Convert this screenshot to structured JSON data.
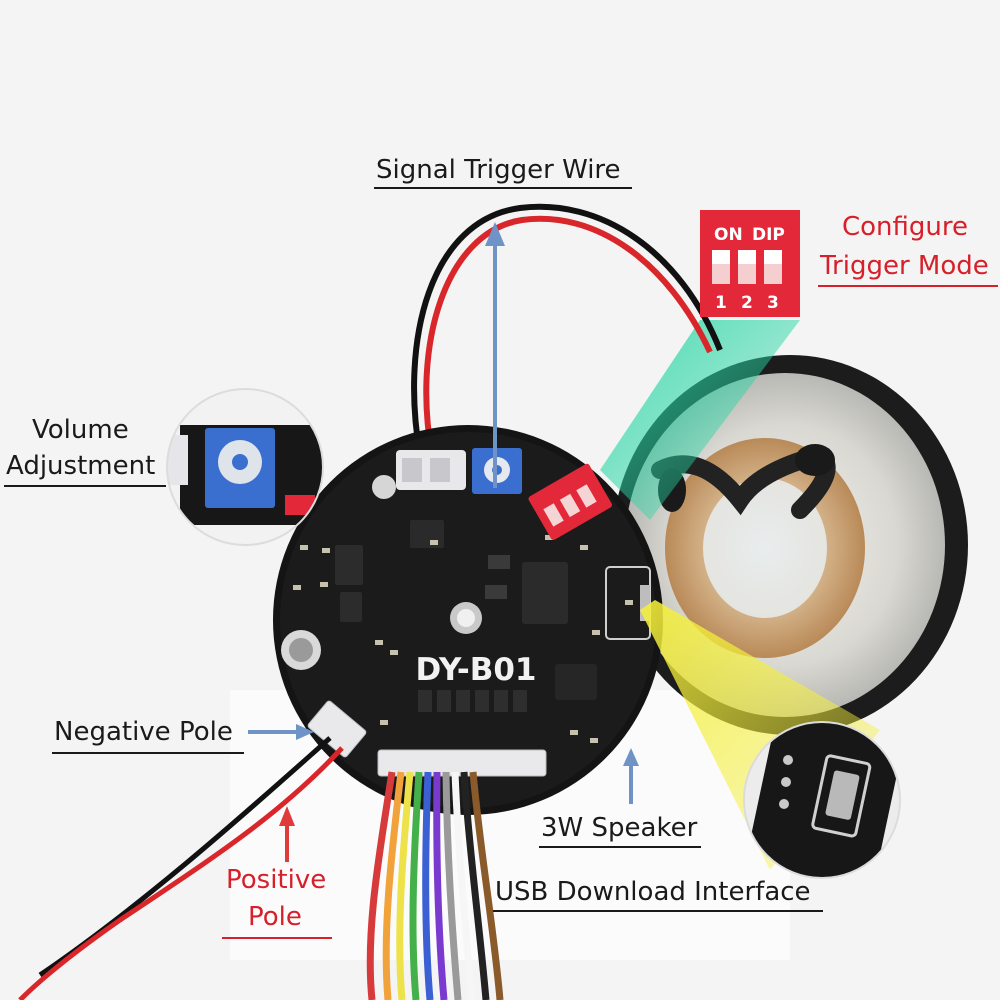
{
  "colors": {
    "label_text": "#1a1a1a",
    "label_red": "#d6202a",
    "arrow_blue": "#6f93c6",
    "arrow_red": "#e03a3a",
    "board_black": "#141414",
    "dip_red": "#e3283a",
    "pot_blue": "#3a6fd0",
    "callout_green": "#25d6a4",
    "callout_yellow": "#f4ef3a"
  },
  "labels": {
    "signal_trigger_wire": "Signal Trigger Wire",
    "configure_line1": "Configure",
    "configure_line2": "Trigger Mode",
    "volume_line1": "Volume",
    "volume_line2": "Adjustment",
    "negative_pole": "Negative Pole",
    "positive_line1": "Positive",
    "positive_line2": "Pole",
    "speaker": "3W Speaker",
    "usb_interface": "USB Download Interface"
  },
  "board": {
    "model": "DY-B01",
    "dip_on": "ON",
    "dip_dip": "DIP",
    "dip_1": "1",
    "dip_2": "2",
    "dip_3": "3"
  },
  "icons": [
    "arrow-up-icon",
    "arrow-left-icon",
    "speaker-icon",
    "dip-switch-icon",
    "potentiometer-icon",
    "usb-port-icon"
  ]
}
